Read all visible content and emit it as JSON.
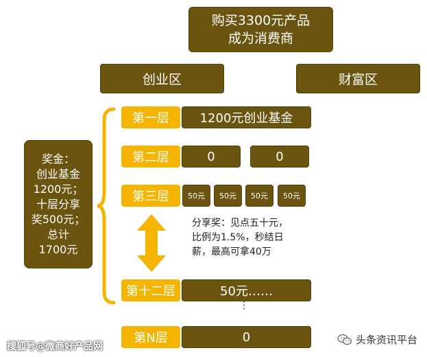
{
  "top": {
    "line1": "购买3300元产品",
    "line2": "成为消费商"
  },
  "zones": {
    "left": "创业区",
    "right": "财富区"
  },
  "levels": [
    {
      "label": "第一层",
      "value": "1200元创业基金"
    },
    {
      "label": "第二层",
      "left_value": "0",
      "right_value": "0"
    },
    {
      "label": "第三层",
      "values": [
        "50元",
        "50元",
        "50元",
        "50元"
      ]
    },
    {
      "label": "第十二层",
      "value": "50元……"
    },
    {
      "label": "第N层",
      "value": "0"
    }
  ],
  "bonus": {
    "text": "奖金：\n创业基金\n1200元；\n十层分享\n奖500元；\n总计\n1700元"
  },
  "share_note": {
    "text": "分享奖：见点五十元，\n比例为1.5%，秒结日\n薪，最高可拿40万"
  },
  "ellipsis": "⋮",
  "watermarks": {
    "left": "搜狐号@微商好产品网",
    "right": "头条资讯平台"
  },
  "colors": {
    "brown": "#6b5410",
    "gold": "#f4b400"
  },
  "icons": {
    "arrow": "double-vertical-arrow",
    "brace": "left-curly-brace",
    "logo": "wechat-icon"
  }
}
